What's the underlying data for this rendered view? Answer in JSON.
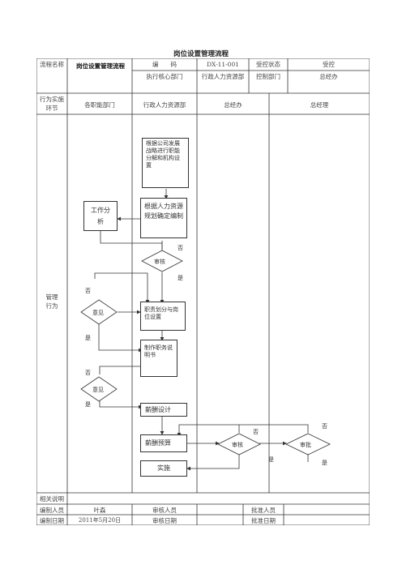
{
  "document": {
    "title": "岗位设置管理流程"
  },
  "header": {
    "process_name_label": "流程名称",
    "process_name_value": "岗位设置管理流程",
    "code_label": "编　　码",
    "code_value": "DX-11-001",
    "control_status_label": "受控状态",
    "control_status_value": "受控",
    "exec_dept_label": "执行核心部门",
    "exec_dept_value": "行政人力资源部",
    "control_dept_label": "控制部门",
    "control_dept_value": "总经办"
  },
  "lanes": {
    "stage_label": "行为实施环节",
    "lane1": "各职能部门",
    "lane2": "行政人力资源部",
    "lane3": "总经办",
    "lane4": "总经理",
    "row_label": "管理行为"
  },
  "flow": {
    "step1": "根据公司发展战略进行职能分解和机构设置",
    "step2": "根据人力资源规划确定编制",
    "work_analysis": "工作分析",
    "review1": "审核",
    "opinion1": "意见",
    "step3": "职责划分与岗位设置",
    "step4": "制作职务说明书",
    "opinion2": "意见",
    "salary_design": "薪酬设计",
    "salary_budget": "薪酬预算",
    "review2": "审核",
    "approve": "审批",
    "implement": "实施",
    "no": "否",
    "yes": "是"
  },
  "footer": {
    "notes_label": "相关说明",
    "prepared_by_label": "编制人员",
    "prepared_by_value": "叶森",
    "reviewer_label": "审核人员",
    "approver_label": "批准人员",
    "prepared_date_label": "编制日期",
    "prepared_date_value": "2011年5月20日",
    "review_date_label": "审核日期",
    "approve_date_label": "批准日期"
  }
}
